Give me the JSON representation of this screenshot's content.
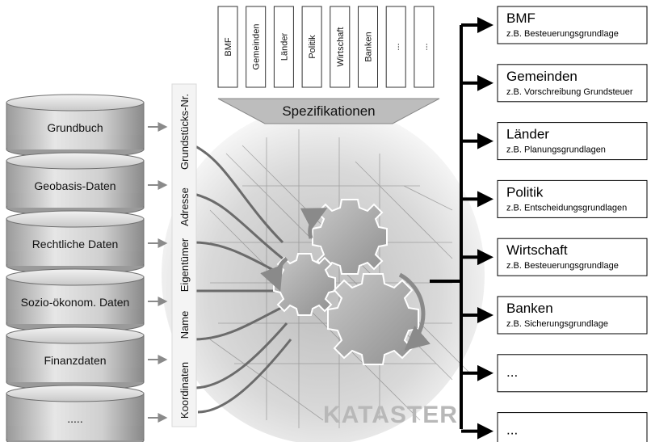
{
  "databases": [
    {
      "label": "Grundbuch"
    },
    {
      "label": "Geobasis-Daten"
    },
    {
      "label": "Rechtliche Daten"
    },
    {
      "label": "Sozio-ökonom. Daten"
    },
    {
      "label": "Finanzdaten"
    },
    {
      "label": "....."
    }
  ],
  "fields": [
    "Koordinaten",
    "Name",
    "Eigentümer",
    "Adresse",
    "Grundstücks-Nr."
  ],
  "specifications": {
    "title": "Spezifikationen",
    "items": [
      "BMF",
      "Gemeinden",
      "Länder",
      "Politik",
      "Wirtschaft",
      "Banken",
      "...",
      "..."
    ]
  },
  "center": {
    "label": "KATASTER"
  },
  "outputs": [
    {
      "title": "BMF",
      "subtitle": "z.B. Besteuerungsgrundlage"
    },
    {
      "title": "Gemeinden",
      "subtitle": "z.B. Vorschreibung Grundsteuer"
    },
    {
      "title": "Länder",
      "subtitle": "z.B. Planungsgrundlagen"
    },
    {
      "title": "Politik",
      "subtitle": "z.B. Entscheidungsgrundlagen"
    },
    {
      "title": "Wirtschaft",
      "subtitle": "z.B. Besteuerungsgrundlage"
    },
    {
      "title": "Banken",
      "subtitle": "z.B. Sicherungsgrundlage"
    },
    {
      "title": "...",
      "subtitle": ""
    },
    {
      "title": "...",
      "subtitle": ""
    }
  ]
}
